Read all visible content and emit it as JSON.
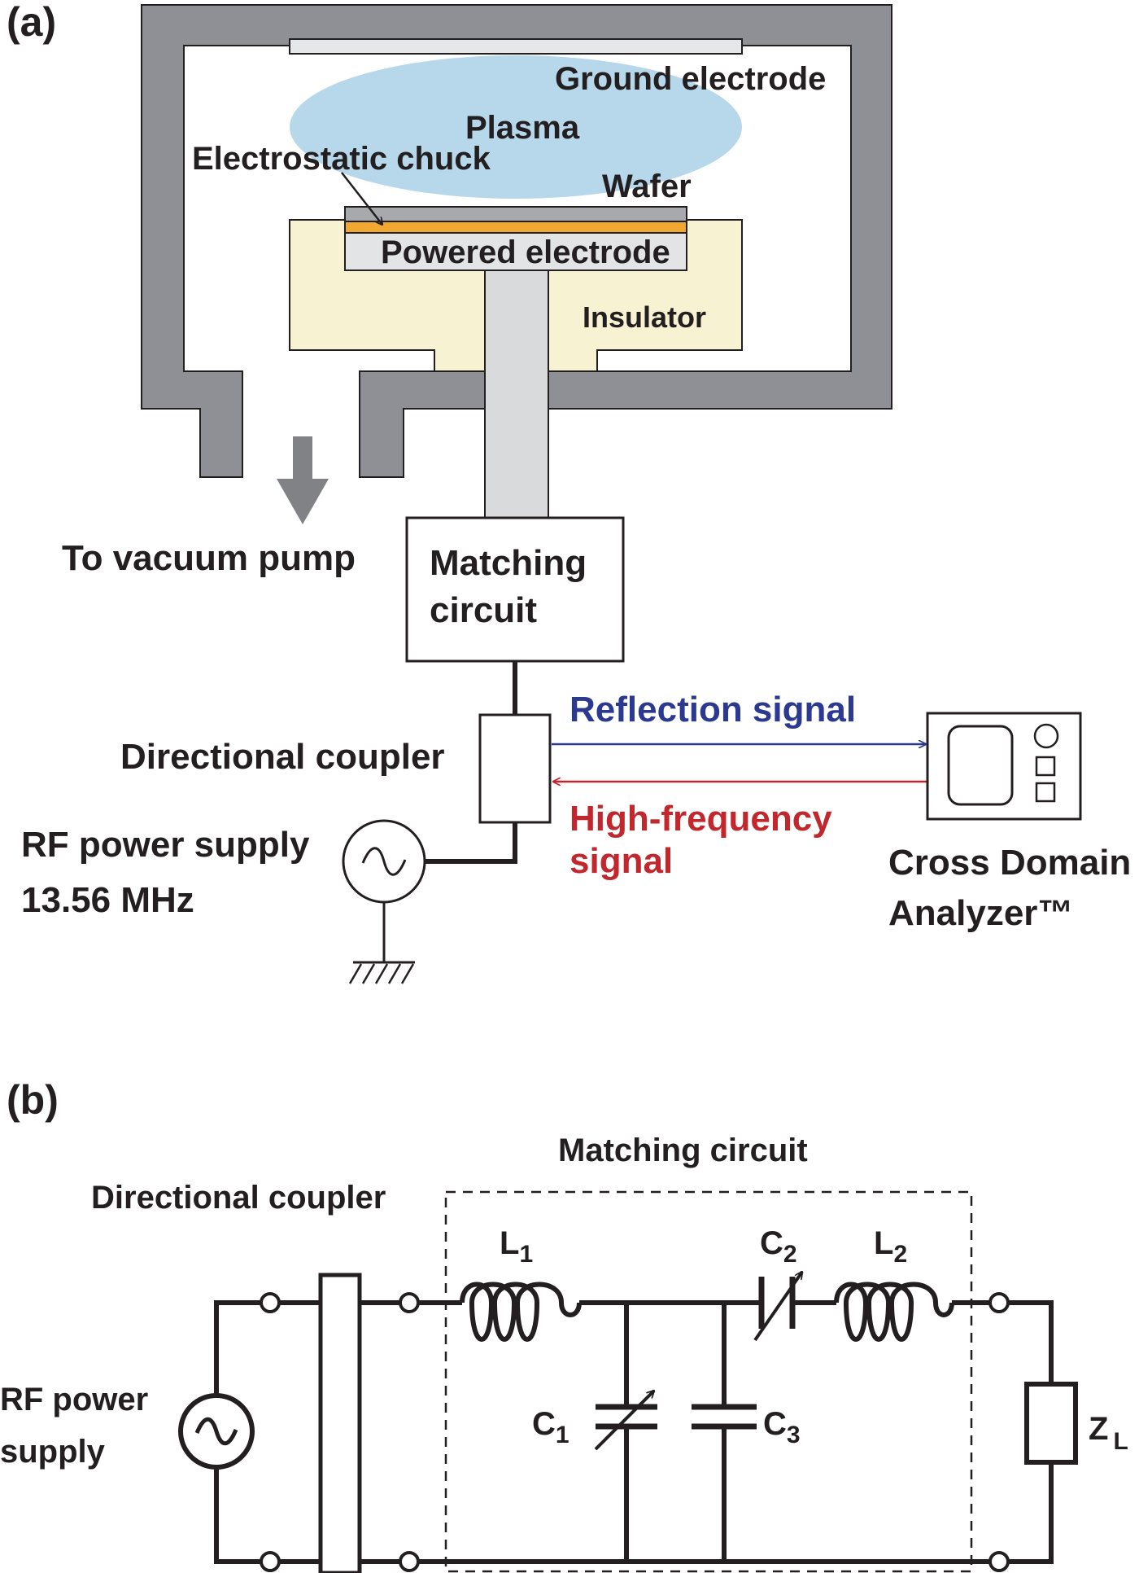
{
  "panel_a": {
    "label": "(a)",
    "ground_electrode": "Ground electrode",
    "plasma": "Plasma",
    "electrostatic_chuck": "Electrostatic chuck",
    "wafer": "Wafer",
    "powered_electrode": "Powered electrode",
    "insulator": "Insulator",
    "vacuum_pump": "To vacuum pump",
    "matching_circuit_line1": "Matching",
    "matching_circuit_line2": "circuit",
    "directional_coupler": "Directional coupler",
    "rf_supply_line1": "RF power supply",
    "rf_supply_line2": "13.56 MHz",
    "reflection_signal": "Reflection signal",
    "hf_signal_line1": "High-frequency",
    "hf_signal_line2": "signal",
    "analyzer_line1": "Cross Domain",
    "analyzer_line2": "Analyzer™"
  },
  "panel_b": {
    "label": "(b)",
    "matching_circuit": "Matching circuit",
    "directional_coupler": "Directional coupler",
    "rf_supply_line1": "RF power",
    "rf_supply_line2": "supply",
    "L1": "L",
    "L1_sub": "1",
    "L2": "L",
    "L2_sub": "2",
    "C1": "C",
    "C1_sub": "1",
    "C2": "C",
    "C2_sub": "2",
    "C3": "C",
    "C3_sub": "3",
    "ZL": "Z",
    "ZL_sub": "L"
  },
  "colors": {
    "chamber_wall": "#8e9095",
    "plasma": "#b7d8eb",
    "insulator": "#f7f3d2",
    "electrode": "#d9dadc",
    "chuck": "#f0a830",
    "reflection": "#2b3990",
    "hf_signal": "#c1272d"
  }
}
